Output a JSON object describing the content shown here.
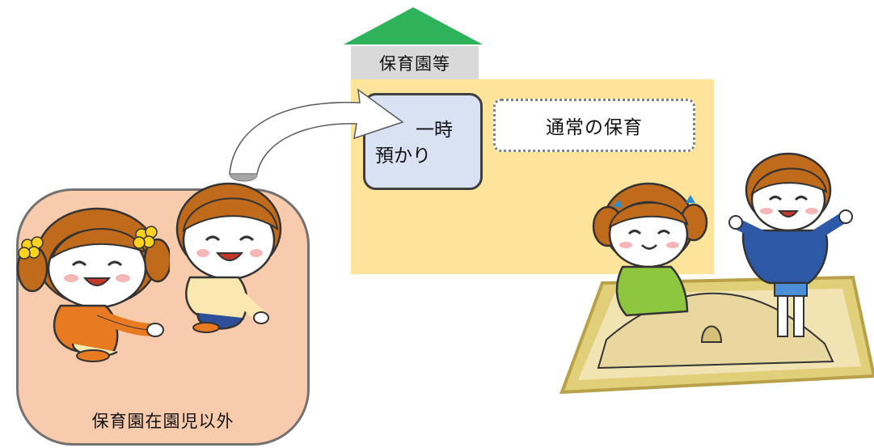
{
  "facility": {
    "label": "保育園等"
  },
  "temporary_care": {
    "line1": "一時",
    "line2": "預かり"
  },
  "regular_care": {
    "label": "通常の保育"
  },
  "outside_children": {
    "label": "保育園在園児以外"
  },
  "colors": {
    "roof": "#2eb35a",
    "facility_label_bg": "#d9d9d9",
    "facility_bg": "#fde49a",
    "temporary_bg": "#d9e2f3",
    "outside_bg": "#f8cbad",
    "sandbox": "#e9d69a"
  }
}
